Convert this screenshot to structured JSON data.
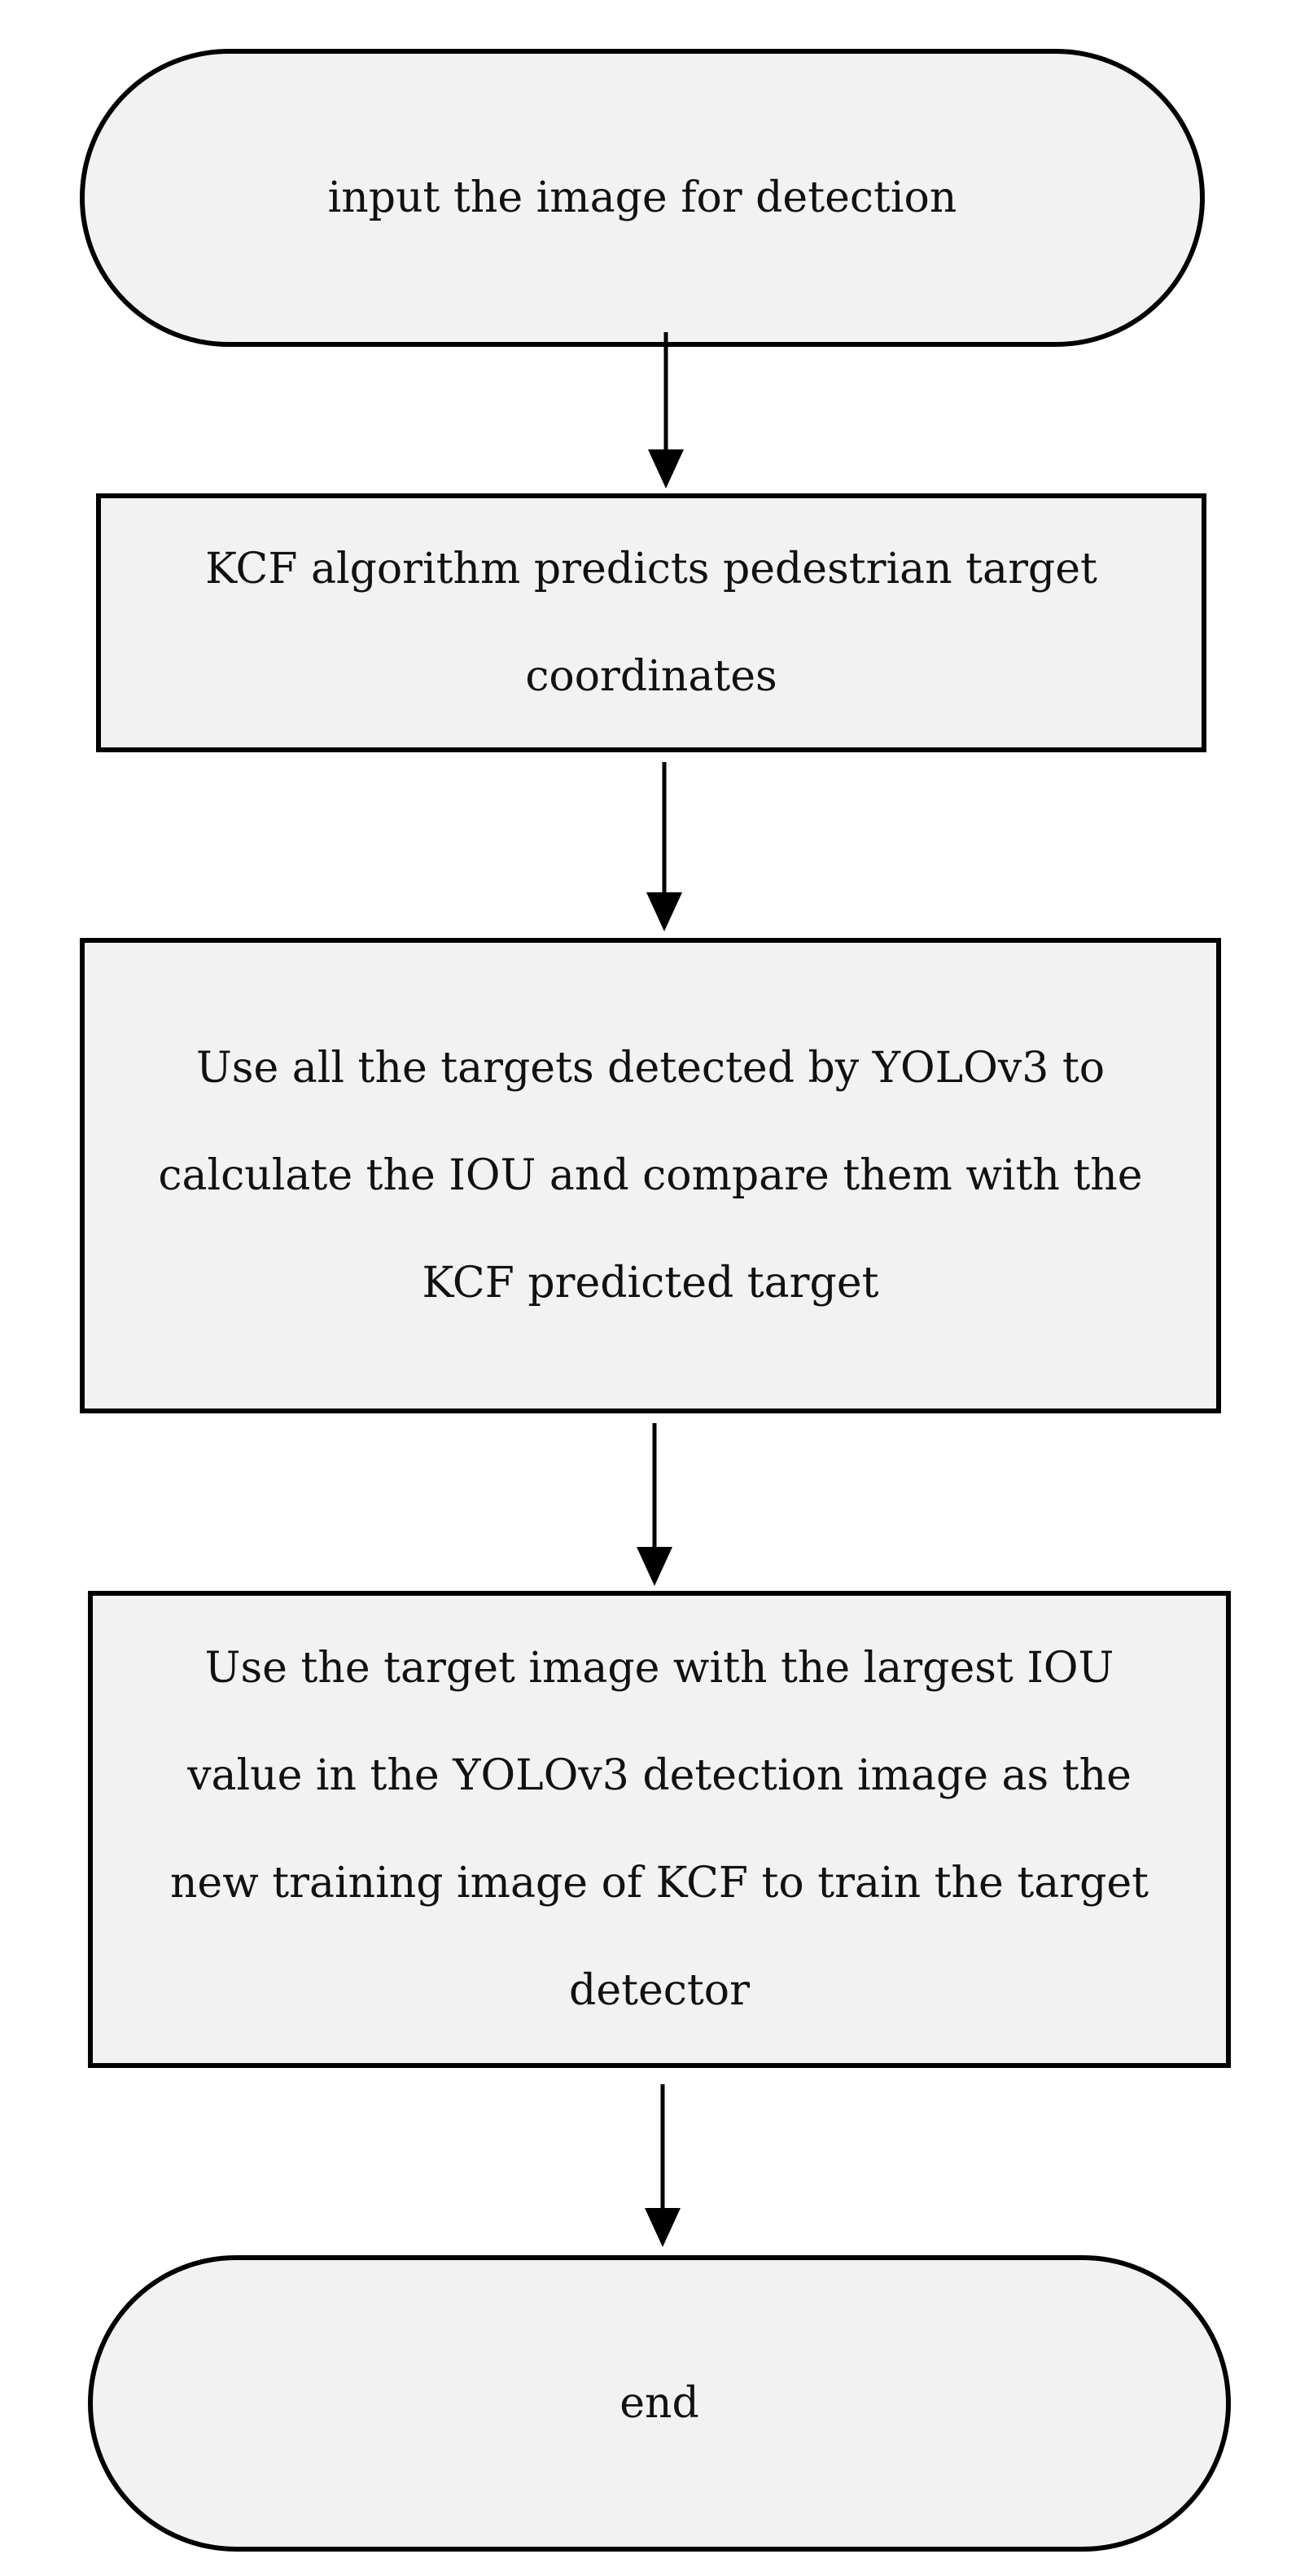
{
  "flowchart": {
    "nodes": [
      {
        "id": "start",
        "shape": "terminal",
        "lines": [
          "input the image for detection"
        ]
      },
      {
        "id": "kcf-predict",
        "shape": "process",
        "lines": [
          "KCF algorithm predicts pedestrian target",
          "coordinates"
        ]
      },
      {
        "id": "iou-compare",
        "shape": "process",
        "lines": [
          "Use all the targets detected by YOLOv3 to",
          "calculate the IOU and compare them with the",
          "KCF predicted target"
        ]
      },
      {
        "id": "retrain",
        "shape": "process",
        "lines": [
          "Use the target image with the largest IOU",
          "value in the YOLOv3 detection image as the",
          "new training image of KCF to train the target",
          "detector"
        ]
      },
      {
        "id": "end",
        "shape": "terminal",
        "lines": [
          "end"
        ]
      }
    ],
    "edges": [
      {
        "from": "start",
        "to": "kcf-predict"
      },
      {
        "from": "kcf-predict",
        "to": "iou-compare"
      },
      {
        "from": "iou-compare",
        "to": "retrain"
      },
      {
        "from": "retrain",
        "to": "end"
      }
    ],
    "colors": {
      "node_fill": "#f2f2f2",
      "stroke": "#000000",
      "text": "#111111"
    }
  }
}
